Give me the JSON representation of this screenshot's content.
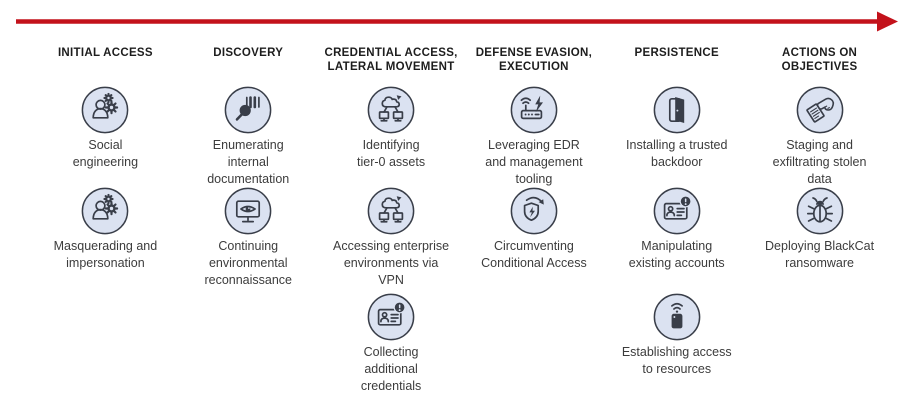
{
  "colors": {
    "arrow": "#c3121b",
    "circle_fill": "#dbe2f1",
    "icon_ink": "#393e49",
    "header_text": "#1d1d1d",
    "label_text": "#3c3c3c"
  },
  "timeline": {
    "arrow_icon": "right-arrow-icon",
    "direction_label": ""
  },
  "columns": [
    {
      "header": "INITIAL ACCESS",
      "items": [
        {
          "icon": "user-gears",
          "label": "Social\nengineering"
        },
        {
          "icon": "user-gears",
          "label": "Masquerading and\nimpersonation"
        }
      ]
    },
    {
      "header": "DISCOVERY",
      "items": [
        {
          "icon": "barcode-search",
          "label": "Enumerating\ninternal\ndocumentation"
        },
        {
          "icon": "monitor-eye",
          "label": "Continuing\nenvironmental\nreconnaissance"
        }
      ]
    },
    {
      "header": "CREDENTIAL ACCESS,\nLATERAL MOVEMENT",
      "items": [
        {
          "icon": "cloud-network",
          "label": "Identifying\ntier-0 assets"
        },
        {
          "icon": "cloud-network",
          "label": "Accessing enterprise\nenvironments via\nVPN"
        },
        {
          "icon": "id-card-alert",
          "label": "Collecting\nadditional\ncredentials"
        }
      ]
    },
    {
      "header": "DEFENSE EVASION,\nEXECUTION",
      "items": [
        {
          "icon": "router-bolt",
          "label": "Leveraging EDR\nand management\ntooling"
        },
        {
          "icon": "shield-bypass",
          "label": "Circumventing\nConditional Access"
        }
      ]
    },
    {
      "header": "PERSISTENCE",
      "items": [
        {
          "icon": "open-door",
          "label": "Installing a trusted\nbackdoor"
        },
        {
          "icon": "id-card-alert",
          "label": "Manipulating\nexisting accounts"
        },
        {
          "icon": "device-wifi",
          "label": "Establishing access\nto resources"
        }
      ]
    },
    {
      "header": "ACTIONS ON\nOBJECTIVES",
      "items": [
        {
          "icon": "hand-document",
          "label": "Staging and\nexfiltrating stolen\ndata"
        },
        {
          "icon": "bug",
          "label": "Deploying BlackCat\nransomware"
        }
      ]
    }
  ]
}
